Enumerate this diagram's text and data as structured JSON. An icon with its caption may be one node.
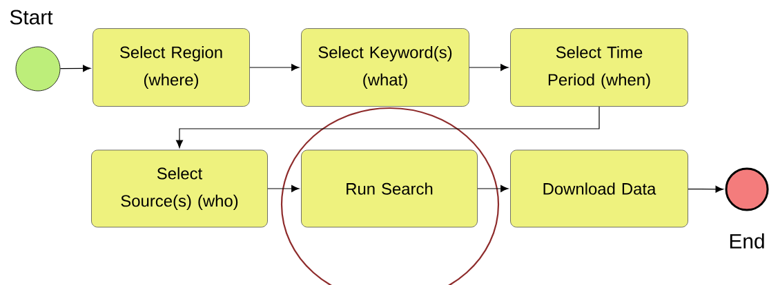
{
  "diagram": {
    "nodes": [
      {
        "text": [],
        "shape": "circle",
        "beside": [
          "Start"
        ]
      },
      {
        "text": [
          "Select Region (where)"
        ]
      },
      {
        "text": [
          "Select Keyword(s) (what)"
        ]
      },
      {
        "text": [
          "Select Time Period (when)"
        ]
      },
      {
        "text": [
          "Select Source(s) (who)"
        ]
      },
      {
        "text": [
          "Run Search"
        ]
      },
      {
        "text": [
          "Download Data"
        ]
      },
      {
        "text": [],
        "shape": "circle",
        "beside": [
          "End"
        ]
      }
    ],
    "edges": [
      {
        "from": 0,
        "to": 1,
        "arrow": "to"
      },
      {
        "from": 1,
        "to": 2,
        "arrow": "to"
      },
      {
        "from": 2,
        "to": 3,
        "arrow": "to"
      },
      {
        "from": 3,
        "to": 4,
        "arrow": "to"
      },
      {
        "from": 4,
        "to": 5,
        "arrow": "to"
      },
      {
        "from": 5,
        "to": 6,
        "arrow": "to"
      },
      {
        "from": 6,
        "to": 7,
        "arrow": "to"
      }
    ]
  }
}
